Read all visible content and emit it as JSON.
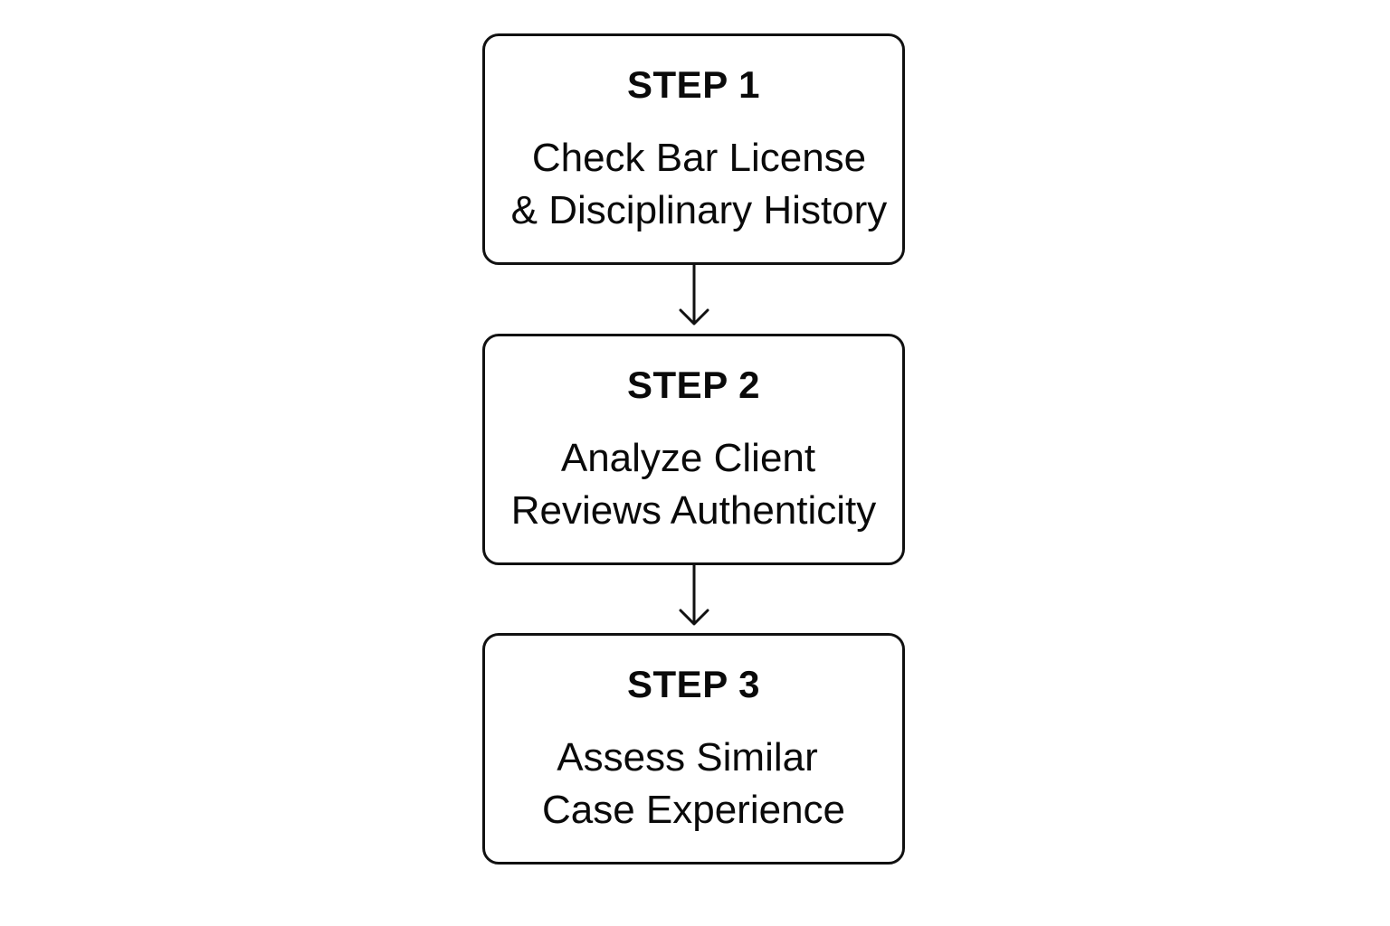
{
  "steps": [
    {
      "label": "STEP 1",
      "lines": [
        "Check Bar License",
        "& Disciplinary History"
      ]
    },
    {
      "label": "STEP 2",
      "lines": [
        "Analyze Client",
        "Reviews Authenticity"
      ]
    },
    {
      "label": "STEP 3",
      "lines": [
        "Assess Similar",
        "Case Experience"
      ]
    }
  ],
  "colors": {
    "stroke": "#111111",
    "background": "#ffffff",
    "text": "#0a0a0a"
  }
}
